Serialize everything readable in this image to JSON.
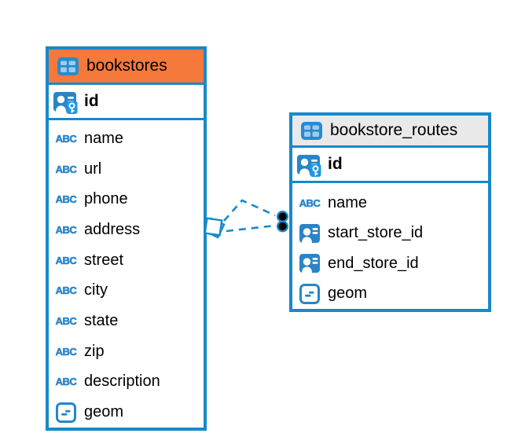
{
  "colors": {
    "accent_blue": "#1789C9",
    "icon_blue": "#2B84C6",
    "icon_cell_light_blue": "#9ACBEE",
    "key_badge_blue": "#1D97E8",
    "selected_header_orange": "#F5793B",
    "header_gray": "#E9E9E9",
    "text_color": "#000000",
    "endpoint_dot_black": "#000000"
  },
  "icons": {
    "text_type_glyph": "ABC"
  },
  "diagram": {
    "tables": [
      {
        "name": "bookstores",
        "selected": true,
        "primary_key": {
          "label": "id"
        },
        "columns": [
          {
            "label": "name",
            "type": "text"
          },
          {
            "label": "url",
            "type": "text"
          },
          {
            "label": "phone",
            "type": "text"
          },
          {
            "label": "address",
            "type": "text"
          },
          {
            "label": "street",
            "type": "text"
          },
          {
            "label": "city",
            "type": "text"
          },
          {
            "label": "state",
            "type": "text"
          },
          {
            "label": "zip",
            "type": "text"
          },
          {
            "label": "description",
            "type": "text"
          },
          {
            "label": "geom",
            "type": "geometry"
          }
        ]
      },
      {
        "name": "bookstore_routes",
        "selected": false,
        "primary_key": {
          "label": "id"
        },
        "columns": [
          {
            "label": "name",
            "type": "text"
          },
          {
            "label": "start_store_id",
            "type": "foreign-key"
          },
          {
            "label": "end_store_id",
            "type": "foreign-key"
          },
          {
            "label": "geom",
            "type": "geometry"
          }
        ]
      }
    ],
    "relationship": {
      "between": [
        "bookstores",
        "bookstore_routes"
      ],
      "line_count": 2,
      "line_style": "dashed"
    }
  }
}
